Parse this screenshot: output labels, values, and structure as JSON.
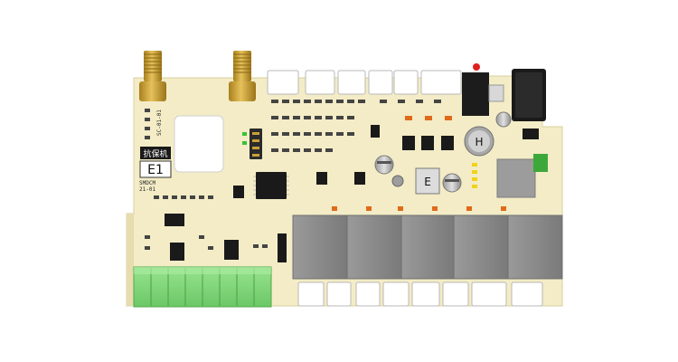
{
  "render": {
    "type": "pcb-3d-render",
    "board_color": "#f3ecc6",
    "relay_color": "#8c8c8c",
    "terminal_block_color": "#7fd87a",
    "chip_color": "#1a1a1a",
    "sma_color": "#c9a13a",
    "led_color": "#e02020"
  },
  "labels": {
    "chinese_tag": "抗保机",
    "board_id": "E1",
    "version_code": "SMDCM",
    "date_code": "21-01",
    "vertical_text": "SC-01-01"
  },
  "chip_markings": {
    "inductor_left": "H",
    "inductor_right": "E"
  }
}
